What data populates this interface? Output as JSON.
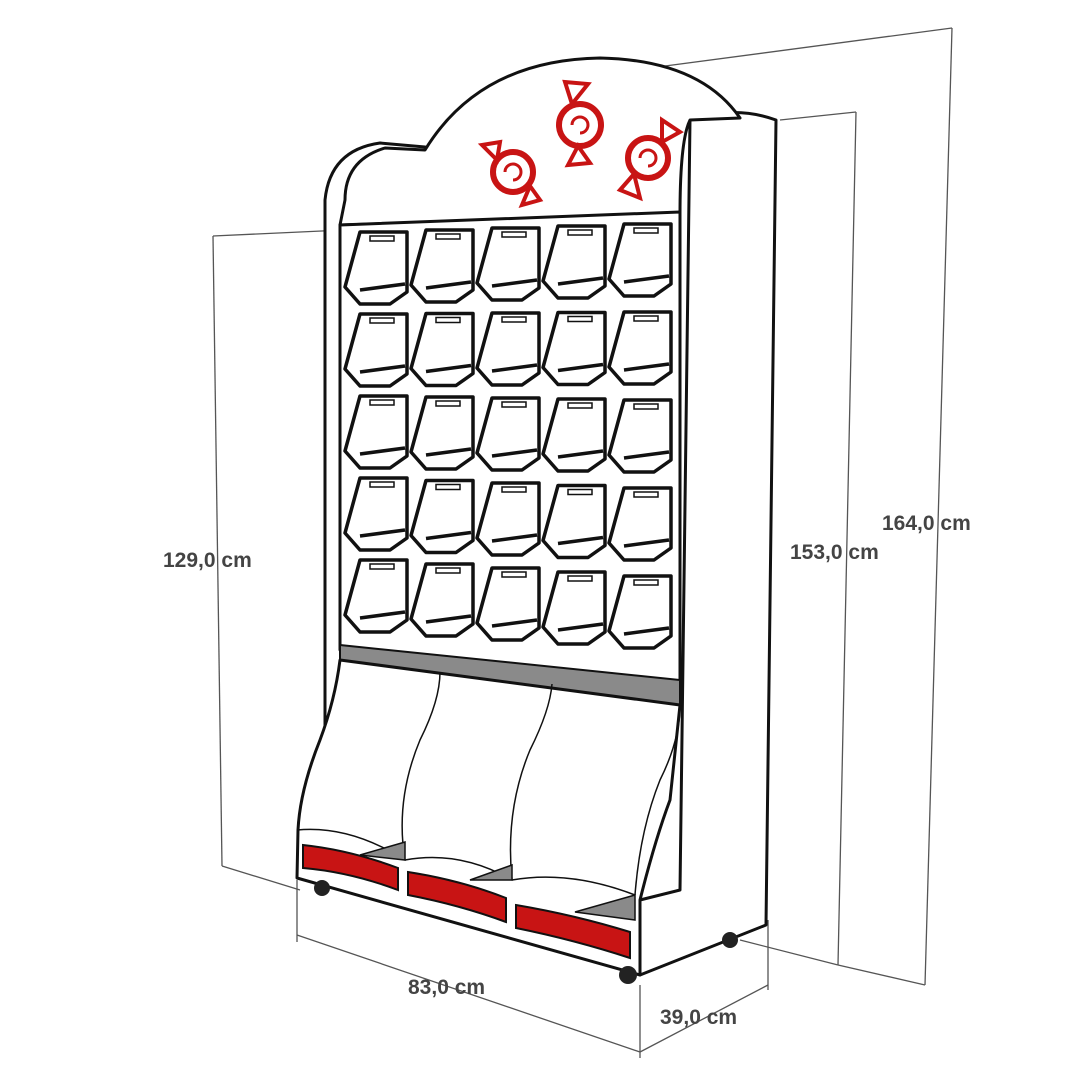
{
  "dimensions": {
    "front_height": "129,0 cm",
    "side_height": "153,0 cm",
    "total_height": "164,0 cm",
    "width": "83,0 cm",
    "depth": "39,0 cm"
  },
  "colors": {
    "accent_red": "#c81414",
    "outline": "#111111",
    "shelf_gray": "#8a8a8a"
  },
  "bins": {
    "rows": 5,
    "columns": 5,
    "bottom_bins": 3
  }
}
